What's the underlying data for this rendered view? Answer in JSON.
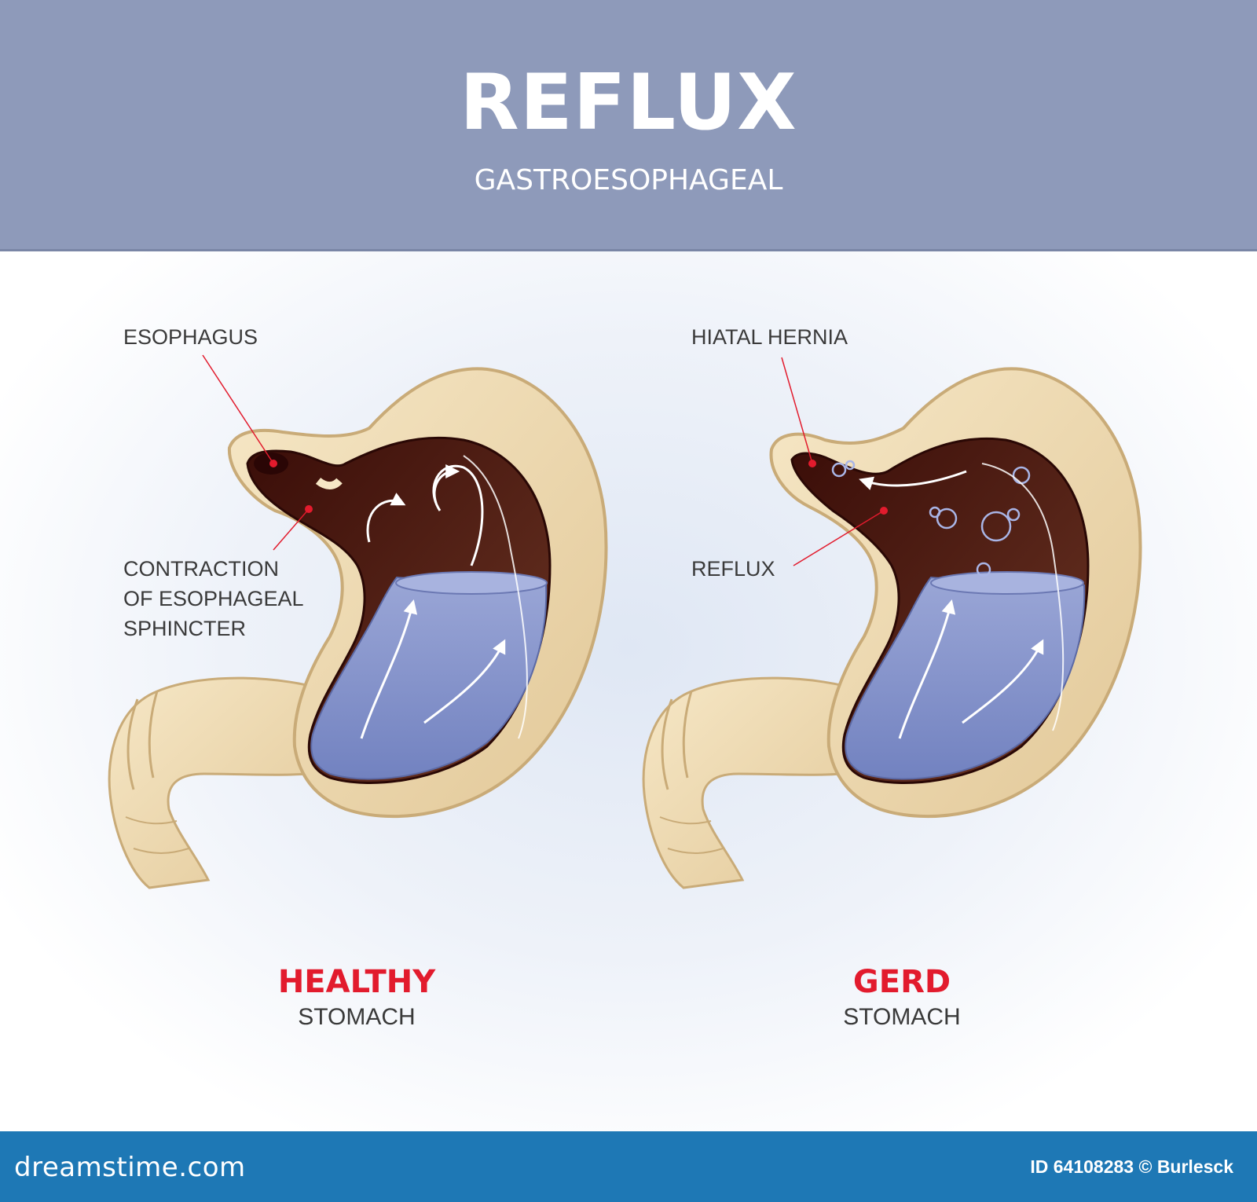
{
  "header": {
    "title": "REFLUX",
    "subtitle": "GASTROESOPHAGEAL"
  },
  "labels": {
    "esophagus": "ESOPHAGUS",
    "contraction_line1": "CONTRACTION",
    "contraction_line2": "OF ESOPHAGEAL",
    "contraction_line3": "SPHINCTER",
    "hiatal_hernia": "HIATAL HERNIA",
    "reflux": "REFLUX"
  },
  "captions": {
    "healthy_main": "HEALTHY",
    "healthy_sub": "STOMACH",
    "gerd_main": "GERD",
    "gerd_sub": "STOMACH"
  },
  "footer": {
    "brand": "dreamstime.com",
    "image_id": "ID 64108283 © Burlesck"
  },
  "colors": {
    "header_bg": "#8e9aba",
    "footer_bg": "#1e78b5",
    "accent_red": "#e21b2d",
    "stomach_wall": "#eed9b0",
    "stomach_interior": "#4a1a10",
    "gastric_fluid": "#8a98cc"
  }
}
